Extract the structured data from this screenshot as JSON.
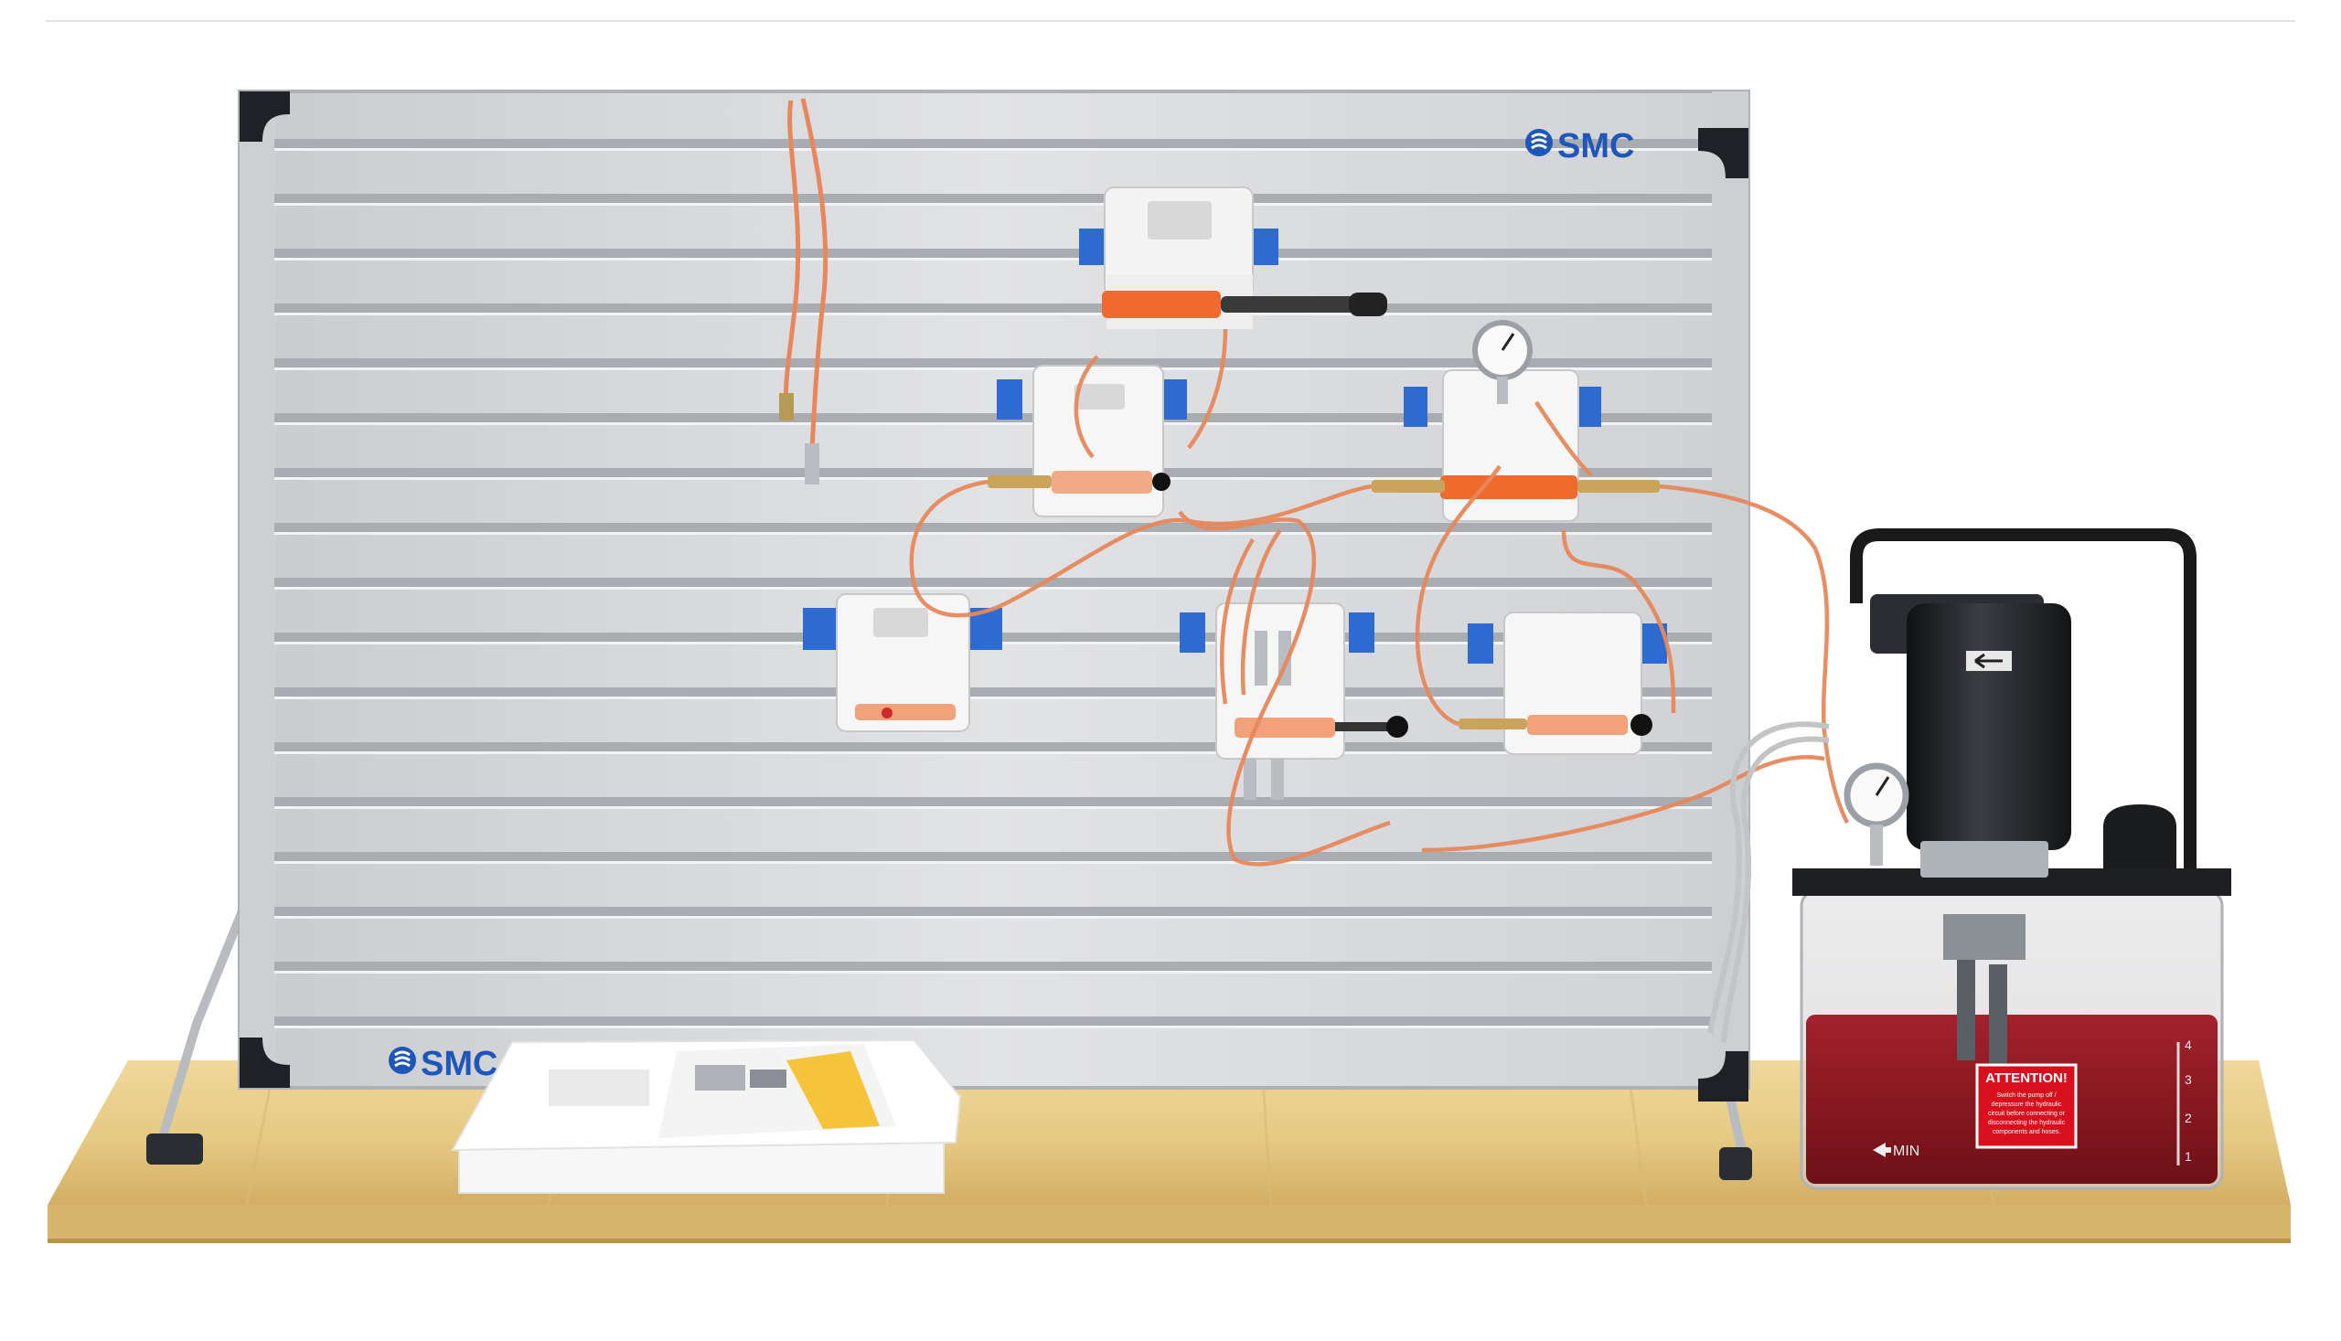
{
  "brand": {
    "logo_top": "SMC",
    "logo_bottom": "SMC"
  },
  "warning_label": {
    "title": "ATTENTION!",
    "body_lines": [
      "Switch the pump off /",
      "depressure the hydraulic",
      "circuit before connecting or",
      "disconnecting the hydraulic",
      "components and hoses."
    ]
  },
  "tank": {
    "min_label": "MIN",
    "scale": [
      "4",
      "3",
      "2",
      "1"
    ]
  },
  "colors": {
    "panel": "#d9dbdd",
    "slot": "#9ea2a6",
    "frame": "#c7c9cb",
    "corner": "#1e2226",
    "bench_top": "#e9cf8e",
    "bench_edge": "#d8b56a",
    "hose": "#e7885c",
    "block_blue": "#2d6bd0",
    "oil": "#8c1a22",
    "motor": "#1d1f22",
    "label_red": "#d8101d"
  }
}
